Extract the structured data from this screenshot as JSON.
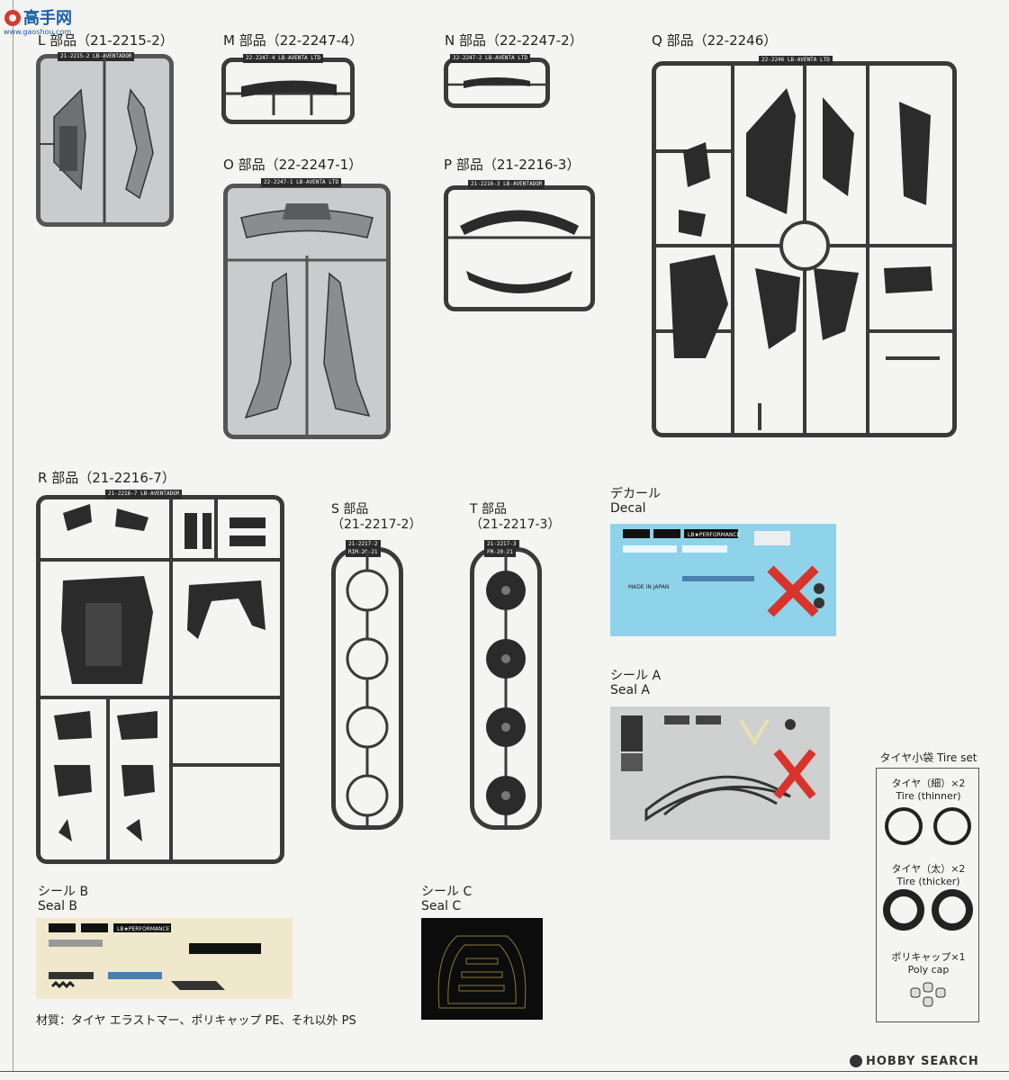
{
  "watermark": {
    "site": "高手网",
    "url": "www.gaoshou.com"
  },
  "sprues": {
    "L": {
      "title": "L 部品（21-2215-2）",
      "tag": "21-2215-2  LB-AVENTADOR"
    },
    "M": {
      "title": "M 部品（22-2247-4）",
      "tag": "22-2247-4  LB-AVENTA LTD"
    },
    "N": {
      "title": "N 部品（22-2247-2）",
      "tag": "22-2247-2  LB-AVENTA LTD"
    },
    "Q": {
      "title": "Q 部品（22-2246）",
      "tag": "22-2246  LB-AVENTA LTD"
    },
    "O": {
      "title": "O 部品（22-2247-1）",
      "tag": "22-2247-1  LB-AVENTA LTD"
    },
    "P": {
      "title": "P 部品（21-2216-3）",
      "tag": "21-2216-3  LB-AVENTADOR"
    },
    "R": {
      "title": "R 部品（21-2216-7）",
      "tag": "21-2216-7  LB-AVENTADOR"
    },
    "S": {
      "title_line1": "S 部品",
      "title_line2": "（21-2217-2）",
      "tag_line1": "21-2217-2",
      "tag_line2": "RIM-20-21"
    },
    "T": {
      "title_line1": "T 部品",
      "title_line2": "（21-2217-3）",
      "tag_line1": "21-2217-3",
      "tag_line2": "FM-20-21"
    }
  },
  "decal": {
    "title_jp": "デカール",
    "title_en": "Decal",
    "brand": "LB★PERFORMANCE",
    "made_in": "MADE IN JAPAN"
  },
  "seal_a": {
    "title_jp": "シール A",
    "title_en": "Seal A"
  },
  "seal_b": {
    "title_jp": "シール B",
    "title_en": "Seal B",
    "brand": "LB★PERFORMANCE"
  },
  "seal_c": {
    "title_jp": "シール C",
    "title_en": "Seal C"
  },
  "tire_set": {
    "title": "タイヤ小袋 Tire set",
    "thin_jp": "タイヤ（細）×2",
    "thin_en": "Tire (thinner)",
    "thick_jp": "タイヤ（太）×2",
    "thick_en": "Tire (thicker)",
    "poly_jp": "ポリキャップ×1",
    "poly_en": "Poly cap"
  },
  "material_note": "材質：タイヤ エラストマー、ポリキャップ PE、それ以外 PS",
  "footer_logo": "HOBBY SEARCH"
}
